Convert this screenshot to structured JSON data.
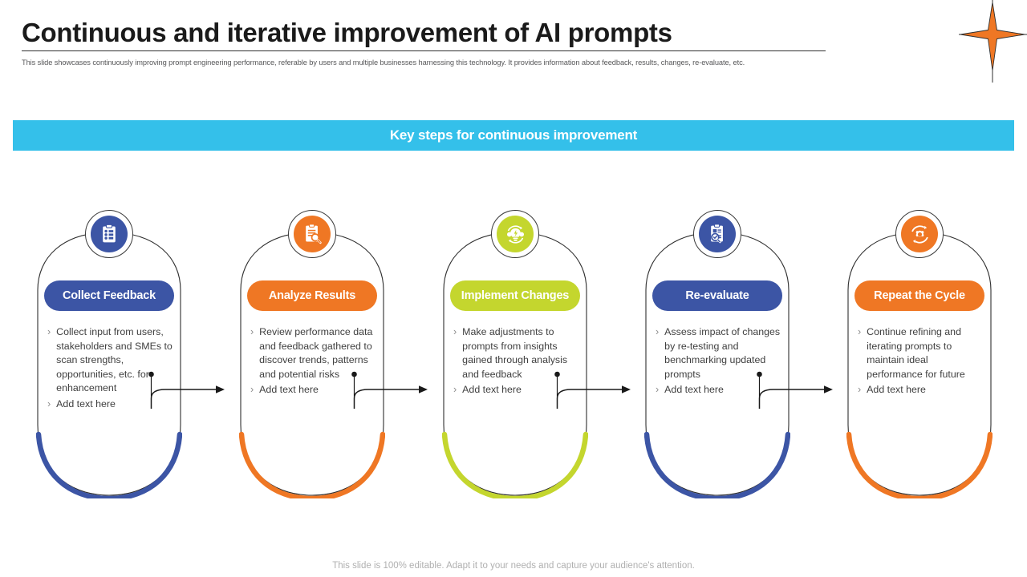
{
  "header": {
    "title": "Continuous and iterative improvement of AI prompts",
    "subtitle": "This slide showcases continuously improving prompt engineering  performance, referable by users and multiple businesses harnessing this technology. It provides information about  feedback, results, changes, re-evaluate, etc.",
    "decoration_icon": "four-point-star-icon"
  },
  "banner": {
    "text": "Key steps for continuous improvement",
    "background": "#34c0ea"
  },
  "colors": {
    "blue": "#3c55a5",
    "orange": "#ef7724",
    "lime": "#c4d62e",
    "banner_blue": "#34c0ea",
    "outline": "#2e2e2e",
    "body_text": "#404040"
  },
  "steps": [
    {
      "label": "Collect Feedback",
      "color": "#3c55a5",
      "icon": "clipboard-checklist-icon",
      "bullets": [
        "Collect input from users, stakeholders and SMEs to scan strengths, opportunities, etc. for enhancement",
        "Add text here"
      ]
    },
    {
      "label": "Analyze Results",
      "color": "#ef7724",
      "icon": "document-magnifier-icon",
      "bullets": [
        "Review performance data and feedback gathered to discover trends, patterns and potential risks",
        "Add text here"
      ]
    },
    {
      "label": "Implement Changes",
      "color": "#c4d62e",
      "icon": "lightbulb-gear-refresh-icon",
      "bullets": [
        "Make adjustments to prompts from insights gained through analysis and feedback",
        "Add text here"
      ]
    },
    {
      "label": "Re-evaluate",
      "color": "#3c55a5",
      "icon": "document-review-magnifier-icon",
      "bullets": [
        "Assess impact of changes by re-testing and benchmarking updated prompts",
        "Add text here"
      ]
    },
    {
      "label": "Repeat the Cycle",
      "color": "#ef7724",
      "icon": "gear-cycle-icon",
      "bullets": [
        "Continue refining and iterating prompts to maintain ideal performance for future",
        "Add text here"
      ]
    }
  ],
  "bullet_marker": "›",
  "connector_icon": "curved-arrow-right-icon",
  "footer": {
    "text": "This slide is 100% editable. Adapt it to your needs and capture your audience's attention."
  }
}
